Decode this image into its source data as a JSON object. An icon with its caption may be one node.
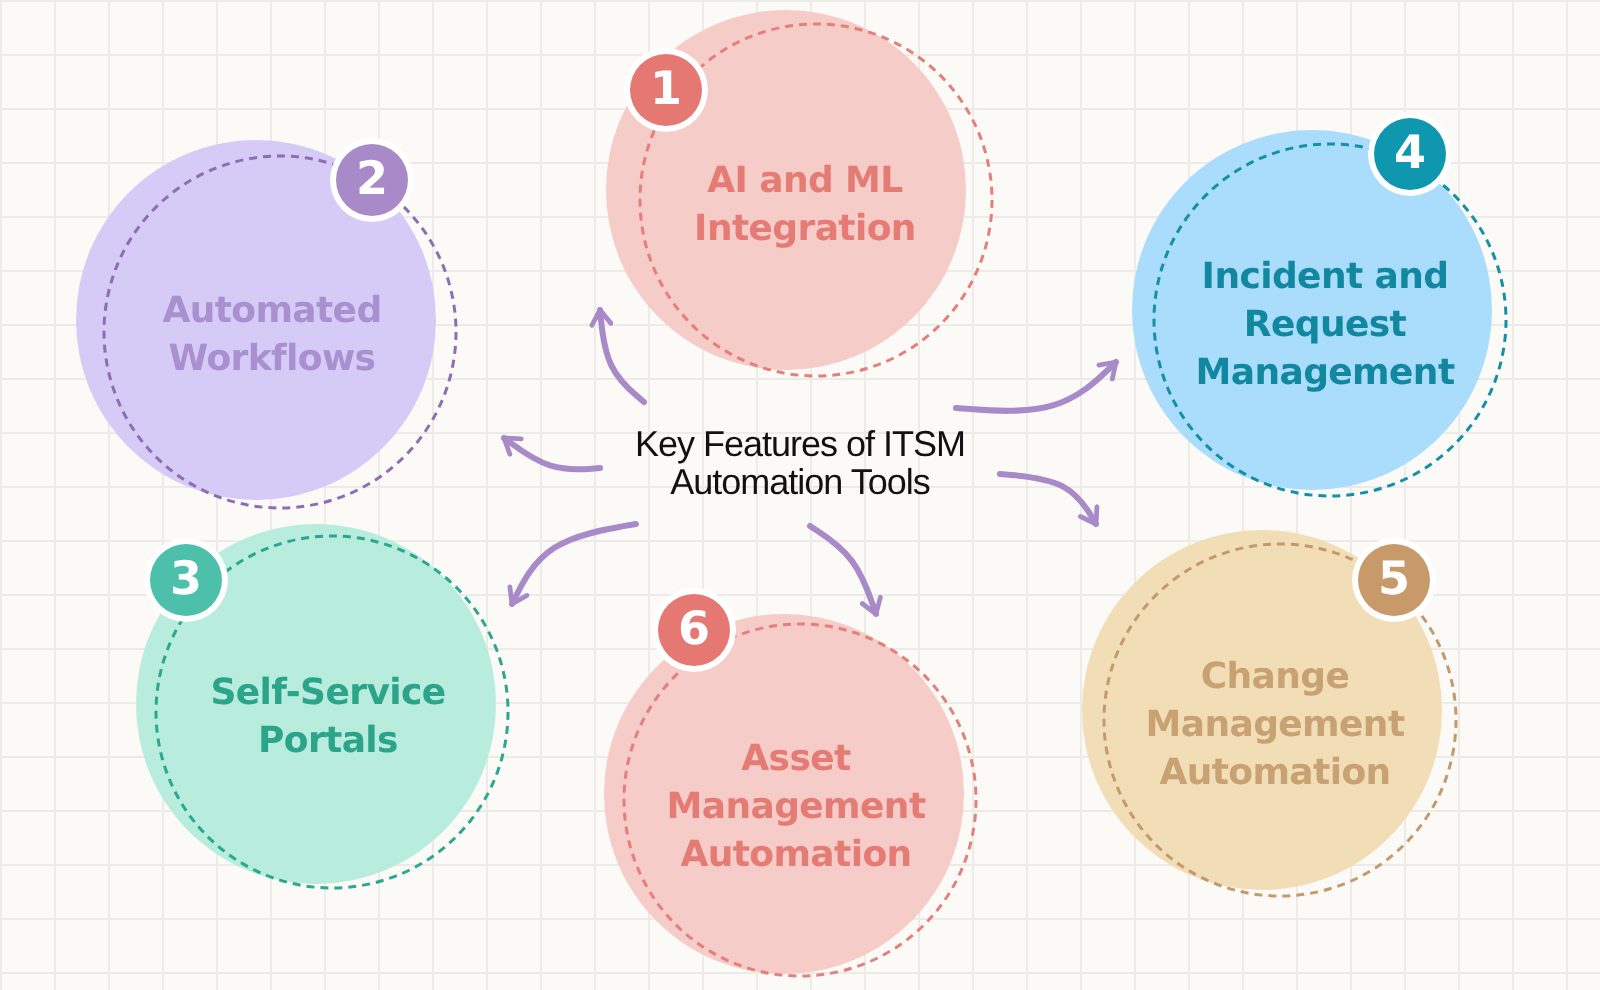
{
  "diagram": {
    "nodes": [
      {
        "text": [
          "Key Features of ITSM Automation Tools"
        ]
      },
      {
        "text": [
          "1",
          "AI and ML Integration"
        ]
      },
      {
        "text": [
          "2",
          "Automated Workflows"
        ]
      },
      {
        "text": [
          "3",
          "Self-Service Portals"
        ]
      },
      {
        "text": [
          "4",
          "Incident and Request Management"
        ]
      },
      {
        "text": [
          "5",
          "Change Management Automation"
        ]
      },
      {
        "text": [
          "6",
          "Asset Management Automation"
        ]
      }
    ],
    "edges": [
      {
        "from": 0,
        "to": 1,
        "arrow": "to"
      },
      {
        "from": 0,
        "to": 2,
        "arrow": "to"
      },
      {
        "from": 0,
        "to": 3,
        "arrow": "to"
      },
      {
        "from": 0,
        "to": 4,
        "arrow": "to"
      },
      {
        "from": 0,
        "to": 5,
        "arrow": "to"
      },
      {
        "from": 0,
        "to": 6,
        "arrow": "to"
      }
    ]
  }
}
